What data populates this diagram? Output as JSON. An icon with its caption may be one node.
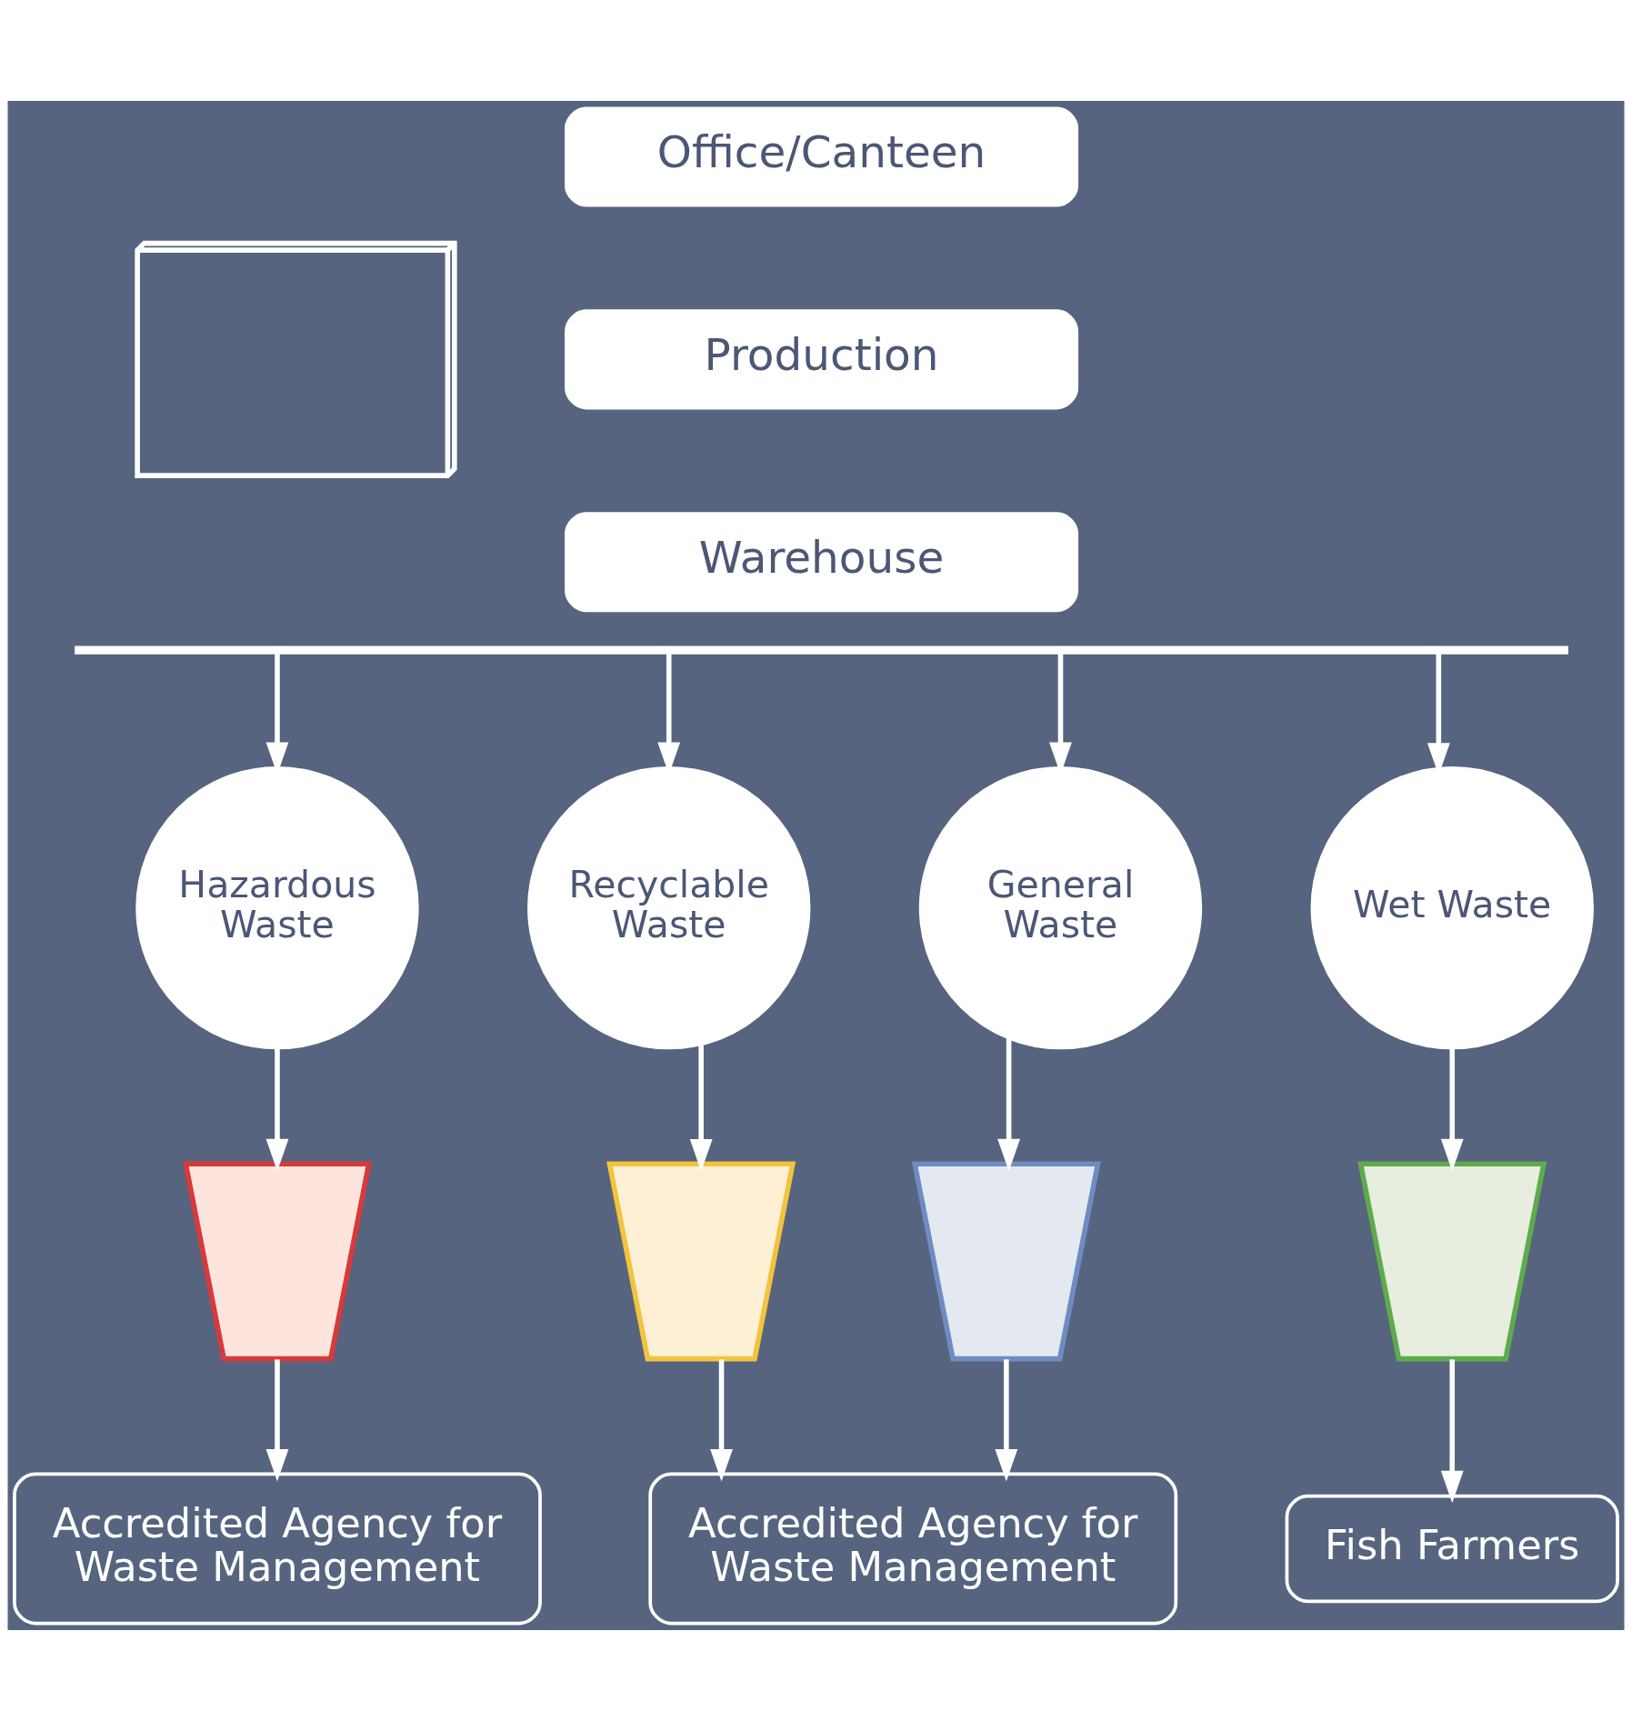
{
  "diagram": {
    "nodes": [
      {
        "text": [],
        "shape": "picture"
      },
      {
        "text": [
          "Office/Canteen"
        ]
      },
      {
        "text": [
          "Production"
        ]
      },
      {
        "text": [
          "Warehouse"
        ]
      },
      {
        "text": [],
        "shape": "bar"
      },
      {
        "text": [
          "Hazardous Waste"
        ]
      },
      {
        "text": [
          "Recyclable Waste"
        ]
      },
      {
        "text": [
          "General Waste"
        ]
      },
      {
        "text": [
          "Wet Waste"
        ]
      },
      {
        "text": [],
        "shape": "picture"
      },
      {
        "text": [],
        "shape": "picture"
      },
      {
        "text": [],
        "shape": "picture"
      },
      {
        "text": [],
        "shape": "picture"
      },
      {
        "text": [
          "Accredited Agency for Waste Management"
        ]
      },
      {
        "text": [
          "Accredited Agency for Waste Management"
        ]
      },
      {
        "text": [
          "Fish Farmers"
        ]
      }
    ],
    "edges": [
      {
        "from": 4,
        "to": 5,
        "arrow": "to"
      },
      {
        "from": 4,
        "to": 6,
        "arrow": "to"
      },
      {
        "from": 4,
        "to": 7,
        "arrow": "to"
      },
      {
        "from": 4,
        "to": 8,
        "arrow": "to"
      },
      {
        "from": 5,
        "to": 9,
        "arrow": "to"
      },
      {
        "from": 6,
        "to": 10,
        "arrow": "to"
      },
      {
        "from": 7,
        "to": 11,
        "arrow": "to"
      },
      {
        "from": 8,
        "to": 12,
        "arrow": "to"
      },
      {
        "from": 9,
        "to": 13,
        "arrow": "to"
      },
      {
        "from": 10,
        "to": 14,
        "arrow": "to"
      },
      {
        "from": 11,
        "to": 14,
        "arrow": "to"
      },
      {
        "from": 12,
        "to": 15,
        "arrow": "to"
      }
    ]
  }
}
